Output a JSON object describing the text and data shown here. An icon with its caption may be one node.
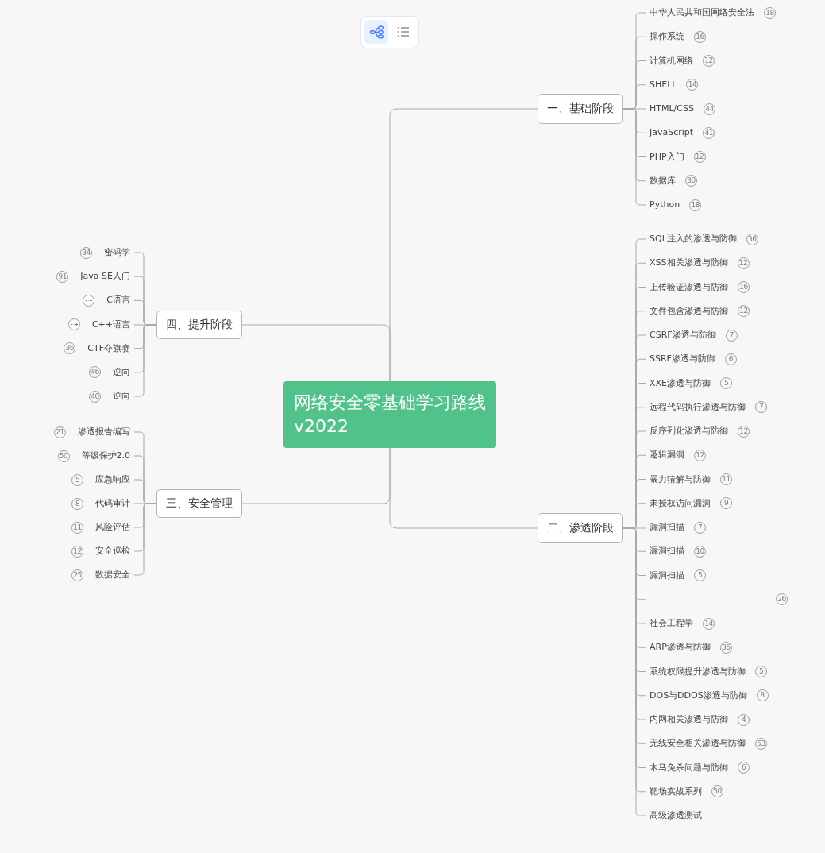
{
  "diagram": {
    "nodes": [
      {
        "text": [
          "网络安全零基础学习路线 v2022"
        ]
      },
      {
        "text": [
          "一、基础阶段"
        ]
      },
      {
        "text": [
          "中华人民共和国网络安全法"
        ],
        "beside": [
          "18"
        ]
      },
      {
        "text": [
          "操作系统"
        ],
        "beside": [
          "16"
        ]
      },
      {
        "text": [
          "计算机网络"
        ],
        "beside": [
          "12"
        ]
      },
      {
        "text": [
          "SHELL"
        ],
        "beside": [
          "14"
        ]
      },
      {
        "text": [
          "HTML/CSS"
        ],
        "beside": [
          "44"
        ]
      },
      {
        "text": [
          "JavaScript"
        ],
        "beside": [
          "41"
        ]
      },
      {
        "text": [
          "PHP入门"
        ],
        "beside": [
          "12"
        ]
      },
      {
        "text": [
          "数据库"
        ],
        "beside": [
          "30"
        ]
      },
      {
        "text": [
          "Python"
        ],
        "beside": [
          "18"
        ]
      },
      {
        "text": [
          "二、渗透阶段"
        ]
      },
      {
        "text": [
          "SQL注入的渗透与防御"
        ],
        "beside": [
          "36"
        ]
      },
      {
        "text": [
          "XSS相关渗透与防御"
        ],
        "beside": [
          "12"
        ]
      },
      {
        "text": [
          "上传验证渗透与防御"
        ],
        "beside": [
          "16"
        ]
      },
      {
        "text": [
          "文件包含渗透与防御"
        ],
        "beside": [
          "12"
        ]
      },
      {
        "text": [
          "CSRF渗透与防御"
        ],
        "beside": [
          "7"
        ]
      },
      {
        "text": [
          "SSRF渗透与防御"
        ],
        "beside": [
          "6"
        ]
      },
      {
        "text": [
          "XXE渗透与防御"
        ],
        "beside": [
          "5"
        ]
      },
      {
        "text": [
          "远程代码执行渗透与防御"
        ],
        "beside": [
          "7"
        ]
      },
      {
        "text": [
          "反序列化渗透与防御"
        ],
        "beside": [
          "12"
        ]
      },
      {
        "text": [
          "逻辑漏洞"
        ],
        "beside": [
          "12"
        ]
      },
      {
        "text": [
          "暴力猜解与防御"
        ],
        "beside": [
          "11"
        ]
      },
      {
        "text": [
          "未授权访问漏洞"
        ],
        "beside": [
          "9"
        ]
      },
      {
        "text": [
          "漏洞扫描"
        ],
        "beside": [
          "7"
        ]
      },
      {
        "text": [
          "漏洞扫描"
        ],
        "beside": [
          "10"
        ]
      },
      {
        "text": [
          "漏洞扫描"
        ],
        "beside": [
          "5"
        ]
      },
      {
        "text": [
          "社会工程学"
        ],
        "beside": [
          "14"
        ]
      },
      {
        "text": [
          "ARP渗透与防御"
        ],
        "beside": [
          "36"
        ]
      },
      {
        "text": [
          "系统权限提升渗透与防御"
        ],
        "beside": [
          "5"
        ]
      },
      {
        "text": [
          "DOS与DDOS渗透与防御"
        ],
        "beside": [
          "8"
        ]
      },
      {
        "text": [
          "内网相关渗透与防御"
        ],
        "beside": [
          "4"
        ]
      },
      {
        "text": [
          "无线安全相关渗透与防御"
        ],
        "beside": [
          "63"
        ]
      },
      {
        "text": [
          "木马免杀问题与防御"
        ],
        "beside": [
          "6"
        ]
      },
      {
        "text": [
          "靶场实战系列"
        ],
        "beside": [
          "50"
        ]
      },
      {
        "text": [
          "高级渗透测试"
        ]
      },
      {
        "text": [
          "四、提升阶段"
        ]
      },
      {
        "text": [
          "密码学"
        ],
        "beside": [
          "34"
        ]
      },
      {
        "text": [
          "Java SE入门"
        ],
        "beside": [
          "91"
        ]
      },
      {
        "text": [
          "C语言"
        ]
      },
      {
        "text": [
          "C++语言"
        ]
      },
      {
        "text": [
          "CTF夺旗赛"
        ],
        "beside": [
          "36"
        ]
      },
      {
        "text": [
          "逆向"
        ],
        "beside": [
          "46"
        ]
      },
      {
        "text": [
          "逆向"
        ],
        "beside": [
          "40"
        ]
      },
      {
        "text": [
          "三、安全管理"
        ]
      },
      {
        "text": [
          "渗透报告编写"
        ],
        "beside": [
          "21"
        ]
      },
      {
        "text": [
          "等级保护2.0"
        ],
        "beside": [
          "50"
        ]
      },
      {
        "text": [
          "应急响应"
        ],
        "beside": [
          "5"
        ]
      },
      {
        "text": [
          "代码审计"
        ],
        "beside": [
          "8"
        ]
      },
      {
        "text": [
          "风险评估"
        ],
        "beside": [
          "11"
        ]
      },
      {
        "text": [
          "安全巡检"
        ],
        "beside": [
          "12"
        ]
      },
      {
        "text": [
          "数据安全"
        ],
        "beside": [
          "25"
        ]
      }
    ],
    "edges": [
      {
        "from": 0,
        "to": 1,
        "arrow": "none"
      },
      {
        "from": 1,
        "to": 2,
        "arrow": "none"
      },
      {
        "from": 1,
        "to": 3,
        "arrow": "none"
      },
      {
        "from": 1,
        "to": 4,
        "arrow": "none"
      },
      {
        "from": 1,
        "to": 5,
        "arrow": "none"
      },
      {
        "from": 1,
        "to": 6,
        "arrow": "none"
      },
      {
        "from": 1,
        "to": 7,
        "arrow": "none"
      },
      {
        "from": 1,
        "to": 8,
        "arrow": "none"
      },
      {
        "from": 1,
        "to": 9,
        "arrow": "none"
      },
      {
        "from": 1,
        "to": 10,
        "arrow": "none"
      },
      {
        "from": 0,
        "to": 11,
        "arrow": "none"
      },
      {
        "from": 11,
        "to": 12,
        "arrow": "none"
      },
      {
        "from": 11,
        "to": 13,
        "arrow": "none"
      },
      {
        "from": 11,
        "to": 14,
        "arrow": "none"
      },
      {
        "from": 11,
        "to": 15,
        "arrow": "none"
      },
      {
        "from": 11,
        "to": 16,
        "arrow": "none"
      },
      {
        "from": 11,
        "to": 17,
        "arrow": "none"
      },
      {
        "from": 11,
        "to": 18,
        "arrow": "none"
      },
      {
        "from": 11,
        "to": 19,
        "arrow": "none"
      },
      {
        "from": 11,
        "to": 20,
        "arrow": "none"
      },
      {
        "from": 11,
        "to": 21,
        "arrow": "none"
      },
      {
        "from": 11,
        "to": 22,
        "arrow": "none"
      },
      {
        "from": 11,
        "to": 23,
        "arrow": "none"
      },
      {
        "from": 11,
        "to": 24,
        "arrow": "none"
      },
      {
        "from": 11,
        "to": 25,
        "arrow": "none"
      },
      {
        "from": 11,
        "to": 26,
        "arrow": "none"
      },
      {
        "from": 11,
        "to": null,
        "arrow": "none"
      },
      {
        "from": 11,
        "to": 27,
        "arrow": "none"
      },
      {
        "from": 11,
        "to": 28,
        "arrow": "none"
      },
      {
        "from": 11,
        "to": 29,
        "arrow": "none"
      },
      {
        "from": 11,
        "to": 30,
        "arrow": "none"
      },
      {
        "from": 11,
        "to": 31,
        "arrow": "none"
      },
      {
        "from": 11,
        "to": 32,
        "arrow": "none"
      },
      {
        "from": 11,
        "to": 33,
        "arrow": "none"
      },
      {
        "from": 11,
        "to": 34,
        "arrow": "none"
      },
      {
        "from": 11,
        "to": 35,
        "arrow": "none"
      },
      {
        "from": 0,
        "to": 36,
        "arrow": "none"
      },
      {
        "from": 36,
        "to": 37,
        "arrow": "none"
      },
      {
        "from": 36,
        "to": 38,
        "arrow": "none"
      },
      {
        "from": 36,
        "to": 39,
        "arrow": "none"
      },
      {
        "from": 36,
        "to": 40,
        "arrow": "none"
      },
      {
        "from": 36,
        "to": 41,
        "arrow": "none"
      },
      {
        "from": 36,
        "to": 42,
        "arrow": "none"
      },
      {
        "from": 36,
        "to": 43,
        "arrow": "none"
      },
      {
        "from": 0,
        "to": 44,
        "arrow": "none"
      },
      {
        "from": 44,
        "to": 45,
        "arrow": "none"
      },
      {
        "from": 44,
        "to": 46,
        "arrow": "none"
      },
      {
        "from": 44,
        "to": 47,
        "arrow": "none"
      },
      {
        "from": 44,
        "to": 48,
        "arrow": "none"
      },
      {
        "from": 44,
        "to": 49,
        "arrow": "none"
      },
      {
        "from": 44,
        "to": 50,
        "arrow": "none"
      },
      {
        "from": 44,
        "to": 51,
        "arrow": "none"
      }
    ],
    "labels": [
      "26"
    ]
  }
}
